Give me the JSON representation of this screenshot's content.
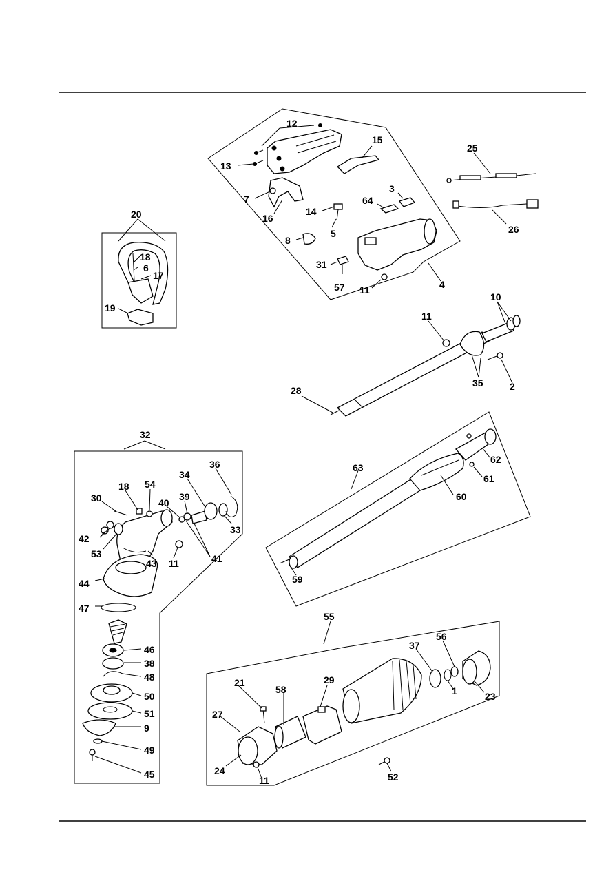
{
  "callouts": {
    "c1": "1",
    "c2": "2",
    "c3": "3",
    "c4": "4",
    "c5": "5",
    "c6": "6",
    "c7": "7",
    "c8": "8",
    "c9": "9",
    "c10": "10",
    "c11a": "11",
    "c11b": "11",
    "c11c": "11",
    "c11d": "11",
    "c12": "12",
    "c13": "13",
    "c14": "14",
    "c15": "15",
    "c16": "16",
    "c17": "17",
    "c18a": "18",
    "c18b": "18",
    "c19": "19",
    "c20": "20",
    "c21": "21",
    "c23": "23",
    "c24": "24",
    "c25": "25",
    "c26": "26",
    "c27": "27",
    "c28": "28",
    "c29": "29",
    "c30": "30",
    "c31": "31",
    "c32": "32",
    "c33": "33",
    "c34": "34",
    "c35": "35",
    "c36": "36",
    "c37": "37",
    "c38": "38",
    "c39": "39",
    "c40": "40",
    "c41": "41",
    "c42": "42",
    "c43": "43",
    "c44": "44",
    "c45": "45",
    "c46": "46",
    "c47": "47",
    "c48": "48",
    "c49": "49",
    "c50": "50",
    "c51": "51",
    "c52": "52",
    "c53": "53",
    "c54": "54",
    "c55": "55",
    "c56": "56",
    "c57": "57",
    "c58": "58",
    "c59": "59",
    "c60": "60",
    "c61": "61",
    "c62": "62",
    "c63": "63",
    "c64": "64"
  }
}
